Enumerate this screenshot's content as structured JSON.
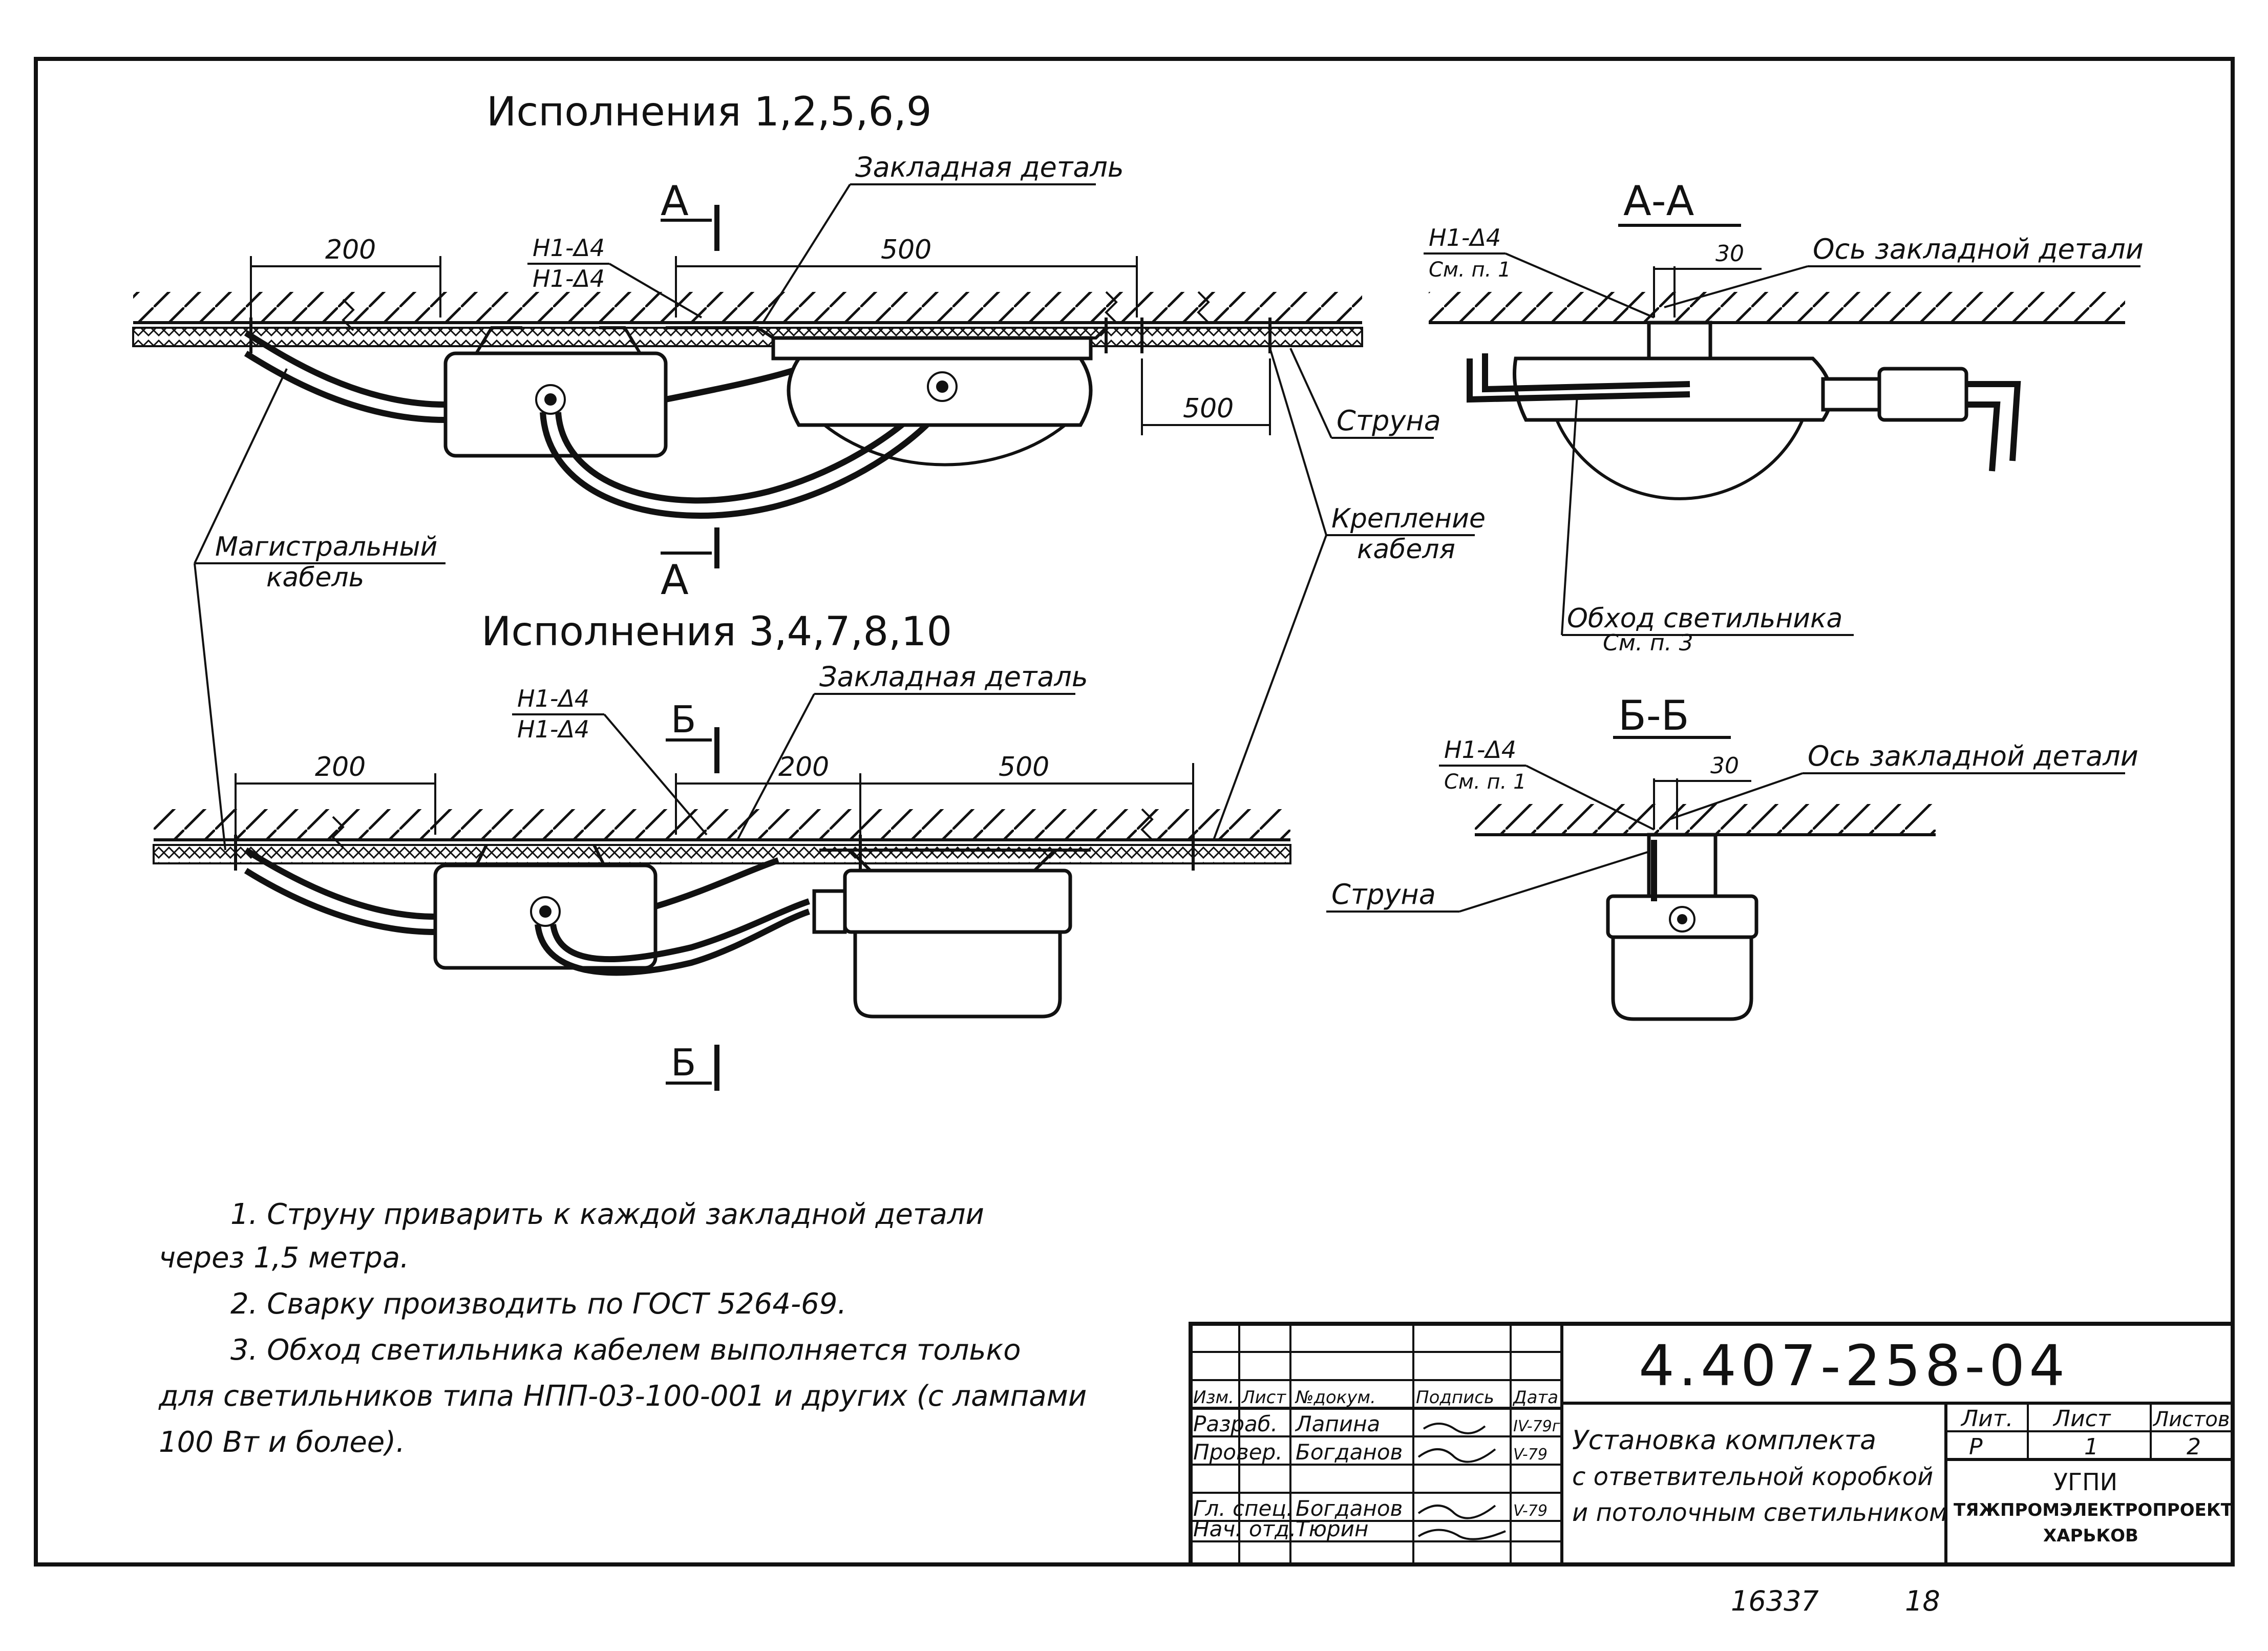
{
  "views": {
    "top_title": "Исполнения 1,2,5,6,9",
    "bottom_title": "Исполнения 3,4,7,8,10"
  },
  "labels": {
    "embedded_part": "Закладная деталь",
    "embedded_part_axis": "Ось закладной детали",
    "string": "Струна",
    "cable_mount_1": "Крепление",
    "cable_mount_2": "кабеля",
    "main_cable_1": "Магистральный",
    "main_cable_2": "кабель",
    "luminaire_bypass": "Обход светильника",
    "see_note_3": "См. п. 3",
    "see_note_1": "См. п. 1",
    "weld_mark": "Н1-Δ4",
    "section_a": "А",
    "section_b": "Б",
    "section_aa": "А-А",
    "section_bb": "Б-Б"
  },
  "dimensions": {
    "d200": "200",
    "d500": "500",
    "d30": "30"
  },
  "notes": [
    "1. Струну приварить к каждой закладной детали",
    "через 1,5 метра.",
    "2. Сварку производить по ГОСТ 5264-69.",
    "3. Обход светильника кабелем выполняется только",
    "для светильников типа НПП-03-100-001 и других (с лампами",
    "100 Вт и более)."
  ],
  "title_block": {
    "doc_number": "4.407-258-04",
    "row_labels": [
      "Изм.",
      "Лист",
      "№докум.",
      "Подпись",
      "Дата"
    ],
    "people": [
      {
        "role": "Разраб.",
        "name": "Лапина",
        "date": "IV-79г"
      },
      {
        "role": "Провер.",
        "name": "Богданов",
        "date": "V-79"
      },
      {
        "role": "Гл. спец.",
        "name": "Богданов",
        "date": "V-79"
      },
      {
        "role": "Нач. отд.",
        "name": "Тюрин",
        "date": ""
      }
    ],
    "title_lines": [
      "Установка комплекта",
      "с ответвительной коробкой",
      "и потолочным светильником"
    ],
    "lit_label": "Лит.",
    "sheet_label": "Лист",
    "sheets_label": "Листов",
    "lit_value": "Р",
    "sheet_value": "1",
    "sheets_value": "2",
    "org_lines": [
      "УГПИ",
      "ТЯЖПРОМЭЛЕКТРОПРОЕКТ",
      "ХАРЬКОВ"
    ]
  },
  "footer": {
    "number": "16337",
    "page": "18"
  }
}
